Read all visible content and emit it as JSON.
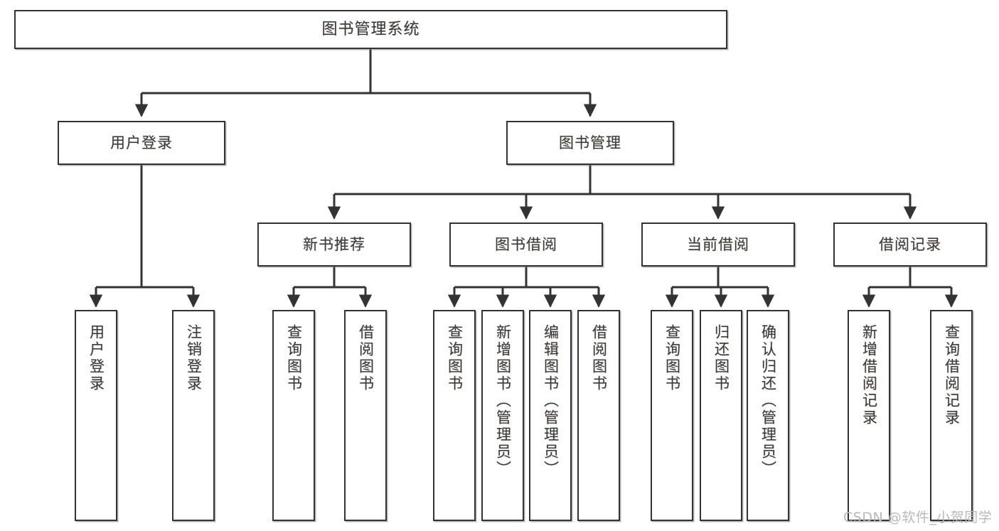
{
  "diagram": {
    "title": "图书管理系统",
    "type": "tree-hierarchy-chart",
    "watermark": "CSDN @软件_小贺同学",
    "colors": {
      "box_border": "#333333",
      "box_fill": "#ffffff",
      "edge": "#333333",
      "text": "#3b3b3b",
      "watermark": "#b9b9b9"
    },
    "root": {
      "label": "图书管理系统"
    },
    "level2": [
      {
        "label": "用户登录"
      },
      {
        "label": "图书管理"
      }
    ],
    "level3": [
      {
        "label": "新书推荐"
      },
      {
        "label": "图书借阅"
      },
      {
        "label": "当前借阅"
      },
      {
        "label": "借阅记录"
      }
    ],
    "leaves": {
      "user_login": [
        {
          "label": "用户登录"
        },
        {
          "label": "注销登录"
        }
      ],
      "new_book_recommend": [
        {
          "label": "查询图书"
        },
        {
          "label": "借阅图书"
        }
      ],
      "book_borrow": [
        {
          "label": "查询图书"
        },
        {
          "label": "新增图书（管理员）"
        },
        {
          "label": "编辑图书（管理员）"
        },
        {
          "label": "借阅图书"
        }
      ],
      "current_borrow": [
        {
          "label": "查询图书"
        },
        {
          "label": "归还图书"
        },
        {
          "label": "确认归还（管理员）"
        }
      ],
      "borrow_record": [
        {
          "label": "新增借阅记录"
        },
        {
          "label": "查询借阅记录"
        }
      ]
    }
  }
}
